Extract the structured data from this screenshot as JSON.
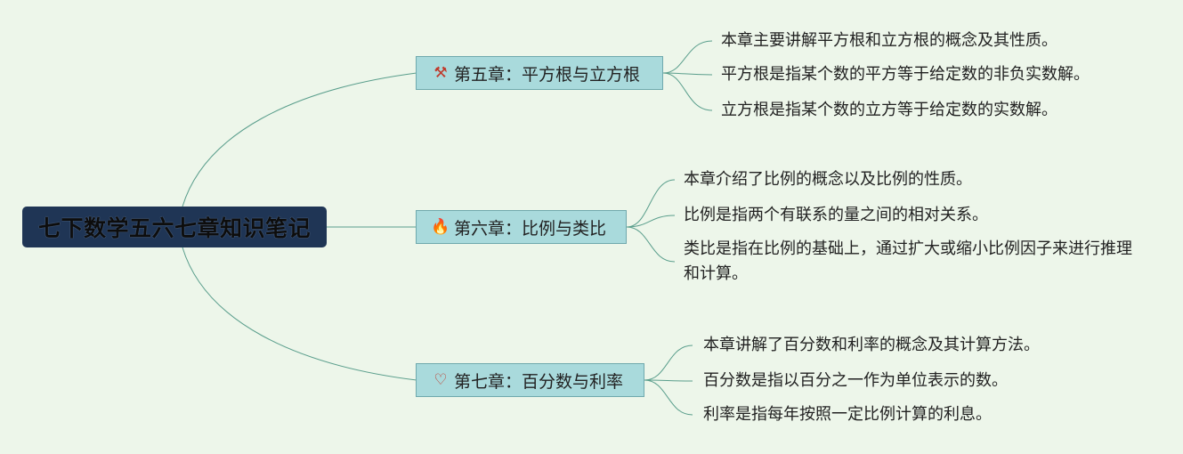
{
  "root": {
    "title": "七下数学五六七章知识笔记"
  },
  "branches": [
    {
      "icon": "magic-wand-icon",
      "glyph": "⚒",
      "color": "#c0392b",
      "label": "第五章：平方根与立方根",
      "leaves": [
        "本章主要讲解平方根和立方根的概念及其性质。",
        "平方根是指某个数的平方等于给定数的非负实数解。",
        "立方根是指某个数的立方等于给定数的实数解。"
      ]
    },
    {
      "icon": "fire-icon",
      "glyph": "🔥",
      "color": "#d35400",
      "label": "第六章：比例与类比",
      "leaves": [
        "本章介绍了比例的概念以及比例的性质。",
        "比例是指两个有联系的量之间的相对关系。",
        "类比是指在比例的基础上，通过扩大或缩小比例因子来进行推理和计算。"
      ]
    },
    {
      "icon": "heart-icon",
      "glyph": "♡",
      "color": "#c0392b",
      "label": "第七章：百分数与利率",
      "leaves": [
        "本章讲解了百分数和利率的概念及其计算方法。",
        "百分数是指以百分之一作为单位表示的数。",
        "利率是指每年按照一定比例计算的利息。"
      ]
    }
  ],
  "colors": {
    "background": "#edf6ea",
    "root": "#1f3555",
    "branch": "#a9dadc",
    "line": "#5a9e8c"
  }
}
